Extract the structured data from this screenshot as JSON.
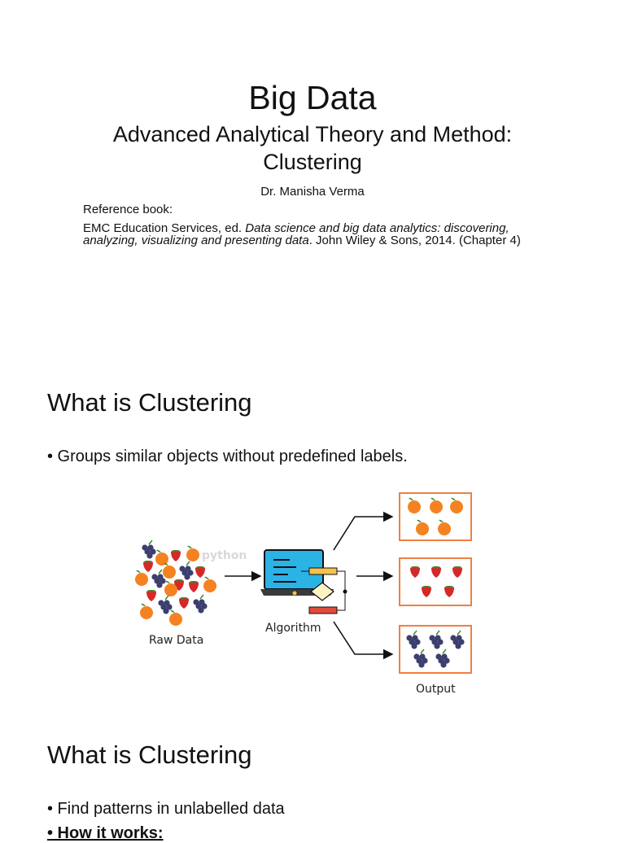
{
  "cover": {
    "title": "Big Data",
    "subtitle_line1": "Advanced Analytical Theory and Method:",
    "subtitle_line2": "Clustering",
    "author": "Dr. Manisha Verma",
    "reference_heading": "Reference book:",
    "reference": {
      "prefix": "EMC Education Services, ed. ",
      "italic": "Data science and big data analytics: discovering, analyzing, visualizing and presenting data",
      "suffix": ". John Wiley & Sons, 2014. (Chapter 4)"
    }
  },
  "slide1": {
    "title": "What is Clustering",
    "bullets": [
      "• Groups similar objects without predefined labels."
    ],
    "diagram": {
      "raw_label": "Raw Data",
      "algorithm_label": "Algorithm",
      "output_label": "Output",
      "watermark": "python",
      "colors": {
        "orange": "#f58220",
        "strawberry": "#d62828",
        "grape": "#3c3f6e",
        "box_border": "#f08040",
        "monitor": "#2bb3e6",
        "slot_yellow": "#f5c24a",
        "slot_red": "#e04b3c"
      }
    }
  },
  "slide2": {
    "title": "What is Clustering",
    "bullets": [
      "• Find patterns in unlabelled data",
      "• How it works:"
    ]
  }
}
